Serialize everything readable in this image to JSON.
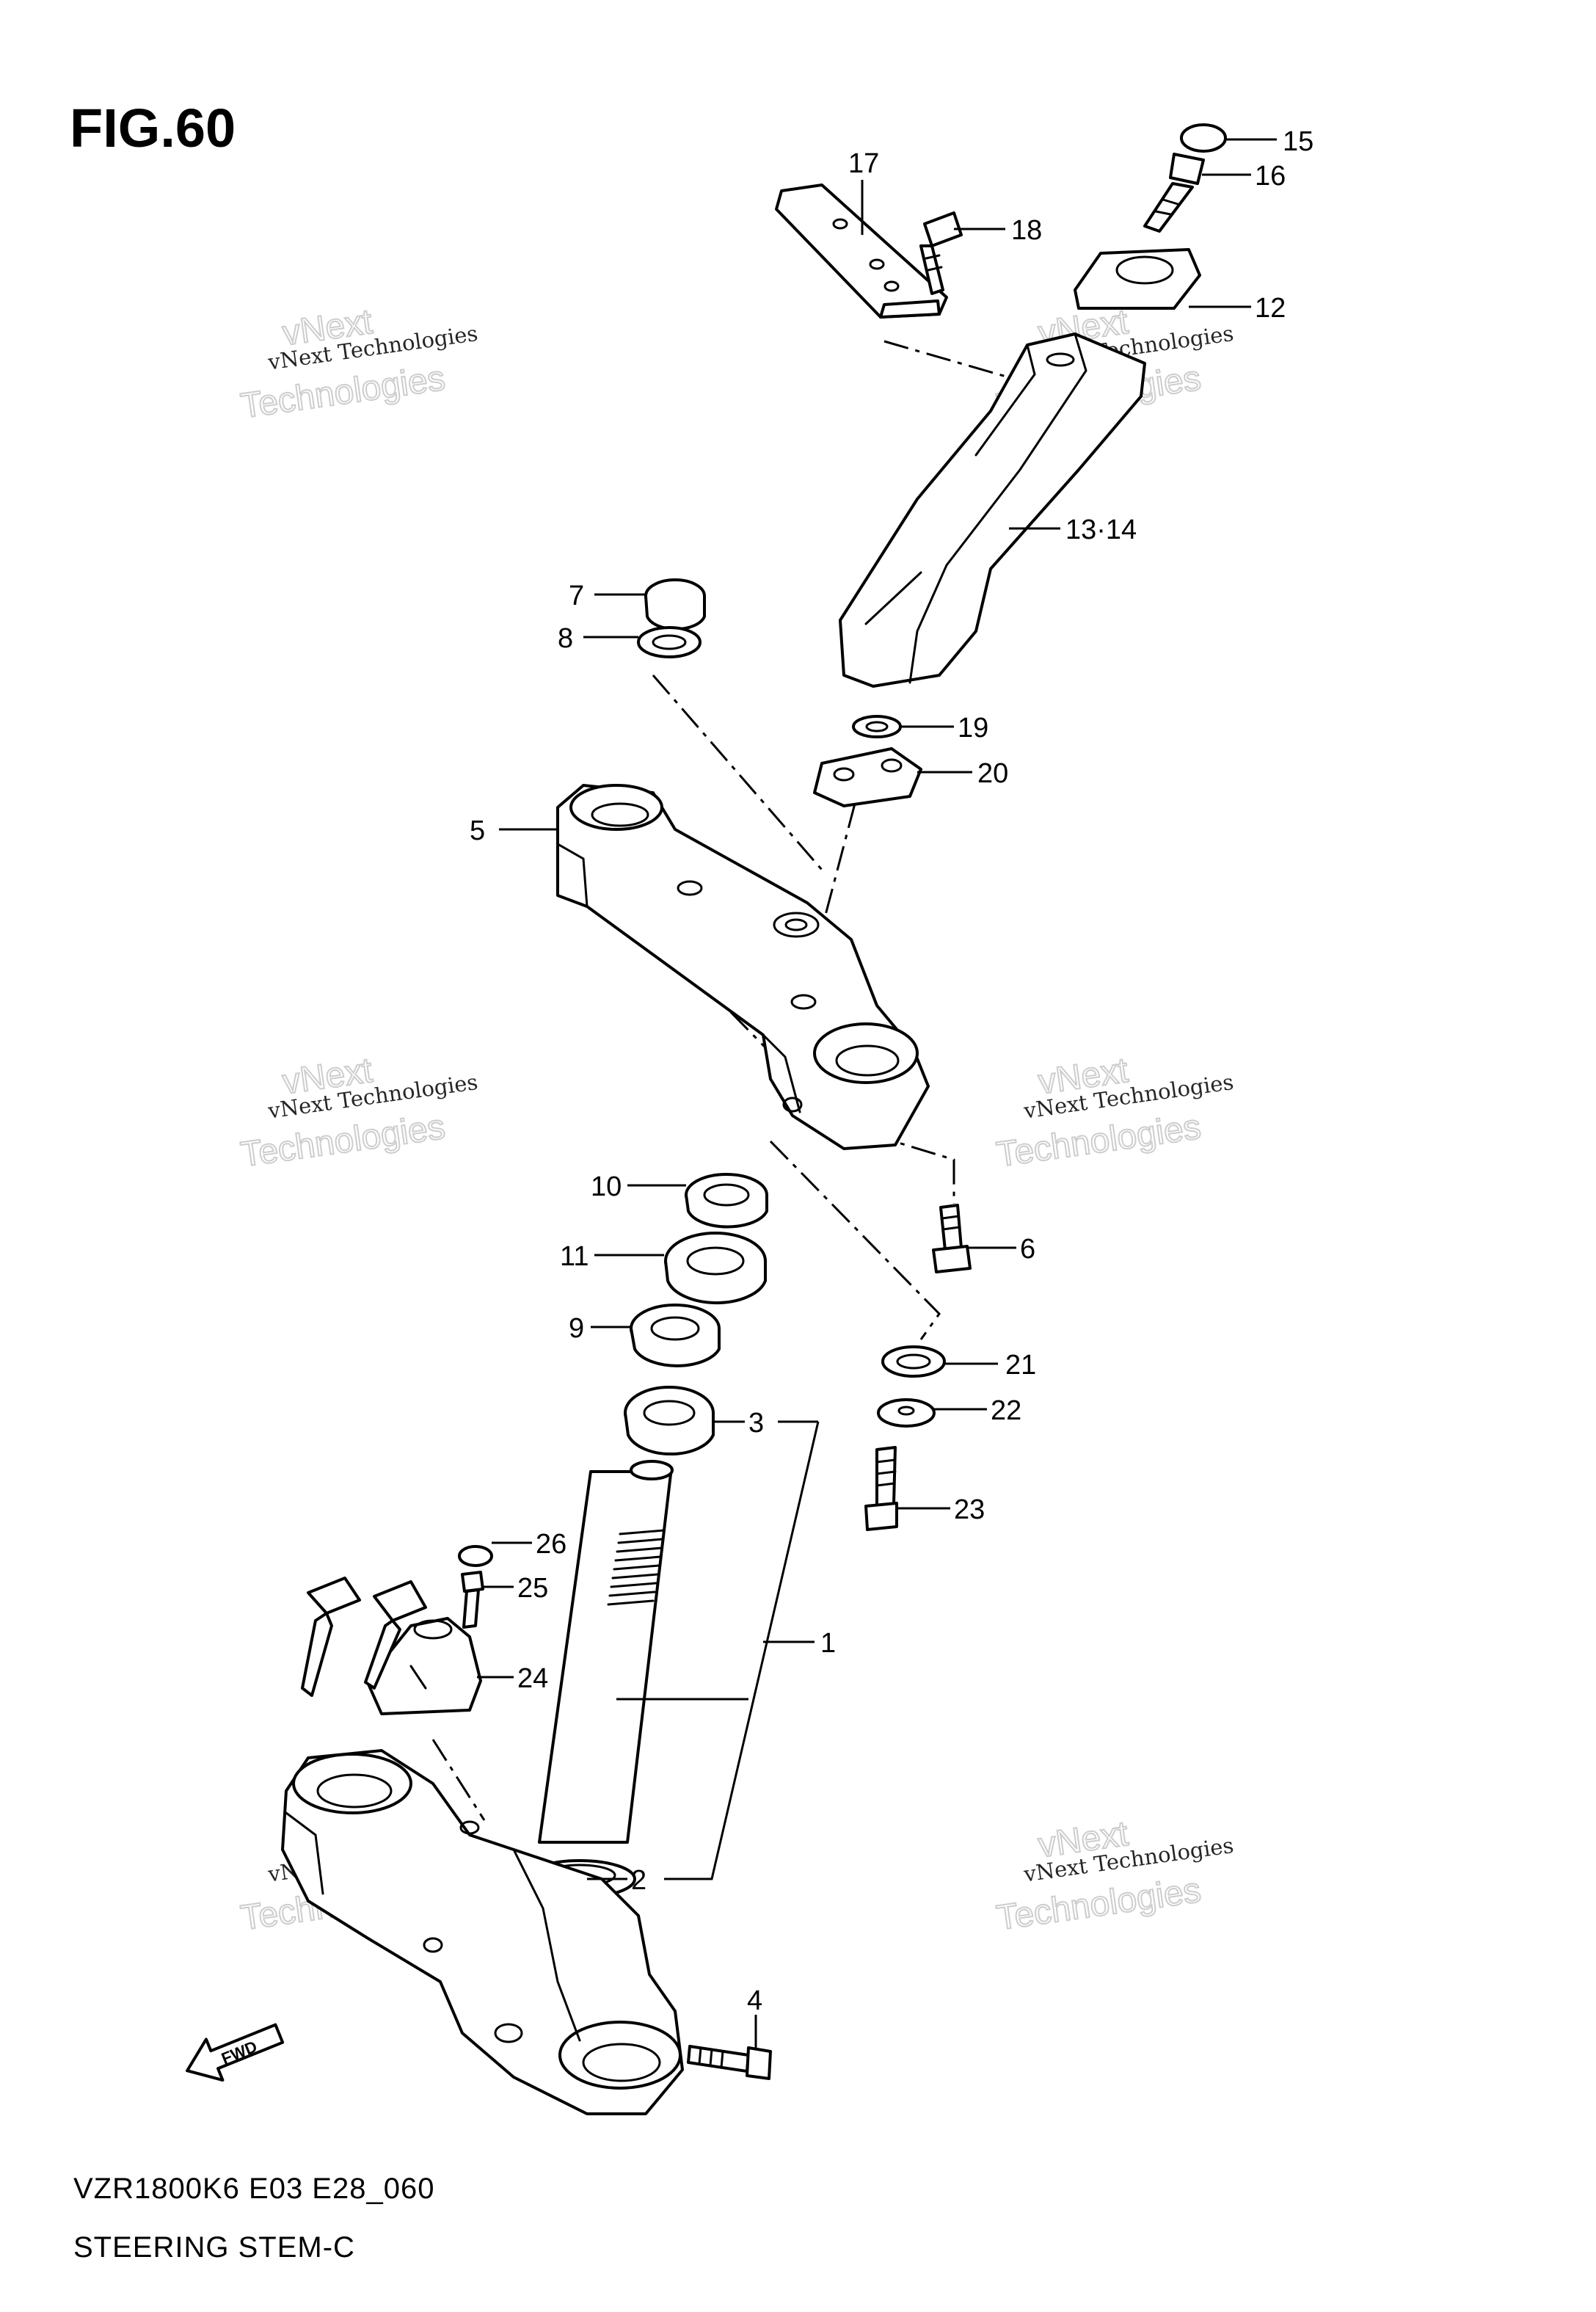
{
  "figure": {
    "title": "FIG.60",
    "model_code": "VZR1800K6 E03 E28_060",
    "caption": "STEERING STEM-C"
  },
  "watermark": {
    "line1": "vNext Technologies",
    "line2": "vNext",
    "line3": "Technologies"
  },
  "fwd_label": "FWD",
  "callouts": {
    "c1": "1",
    "c2": "2",
    "c3": "3",
    "c4": "4",
    "c5": "5",
    "c6": "6",
    "c7": "7",
    "c8": "8",
    "c9": "9",
    "c10": "10",
    "c11": "11",
    "c12": "12",
    "c13": "13·14",
    "c15": "15",
    "c16": "16",
    "c17": "17",
    "c18": "18",
    "c19": "19",
    "c20": "20",
    "c21": "21",
    "c22": "22",
    "c23": "23",
    "c24": "24",
    "c25": "25",
    "c26": "26"
  }
}
